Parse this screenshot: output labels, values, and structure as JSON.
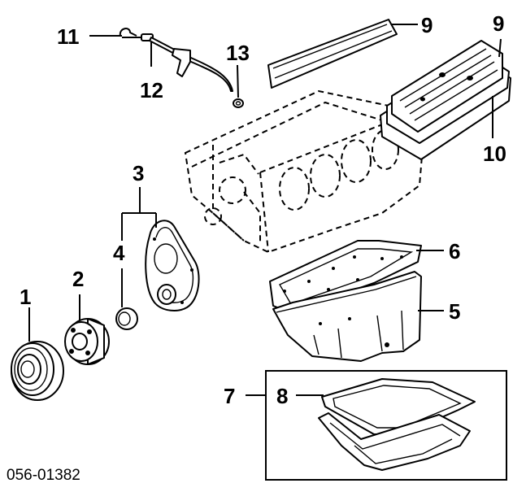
{
  "diagram": {
    "reference_code": "056-01382",
    "callouts": [
      {
        "id": "1",
        "label": "1"
      },
      {
        "id": "2",
        "label": "2"
      },
      {
        "id": "3",
        "label": "3"
      },
      {
        "id": "4",
        "label": "4"
      },
      {
        "id": "5",
        "label": "5"
      },
      {
        "id": "6",
        "label": "6"
      },
      {
        "id": "7",
        "label": "7"
      },
      {
        "id": "8",
        "label": "8"
      },
      {
        "id": "9a",
        "label": "9"
      },
      {
        "id": "9b",
        "label": "9"
      },
      {
        "id": "10",
        "label": "10"
      },
      {
        "id": "11",
        "label": "11"
      },
      {
        "id": "12",
        "label": "12"
      },
      {
        "id": "13",
        "label": "13"
      }
    ],
    "colors": {
      "ink": "#000000",
      "paper": "#ffffff"
    }
  }
}
